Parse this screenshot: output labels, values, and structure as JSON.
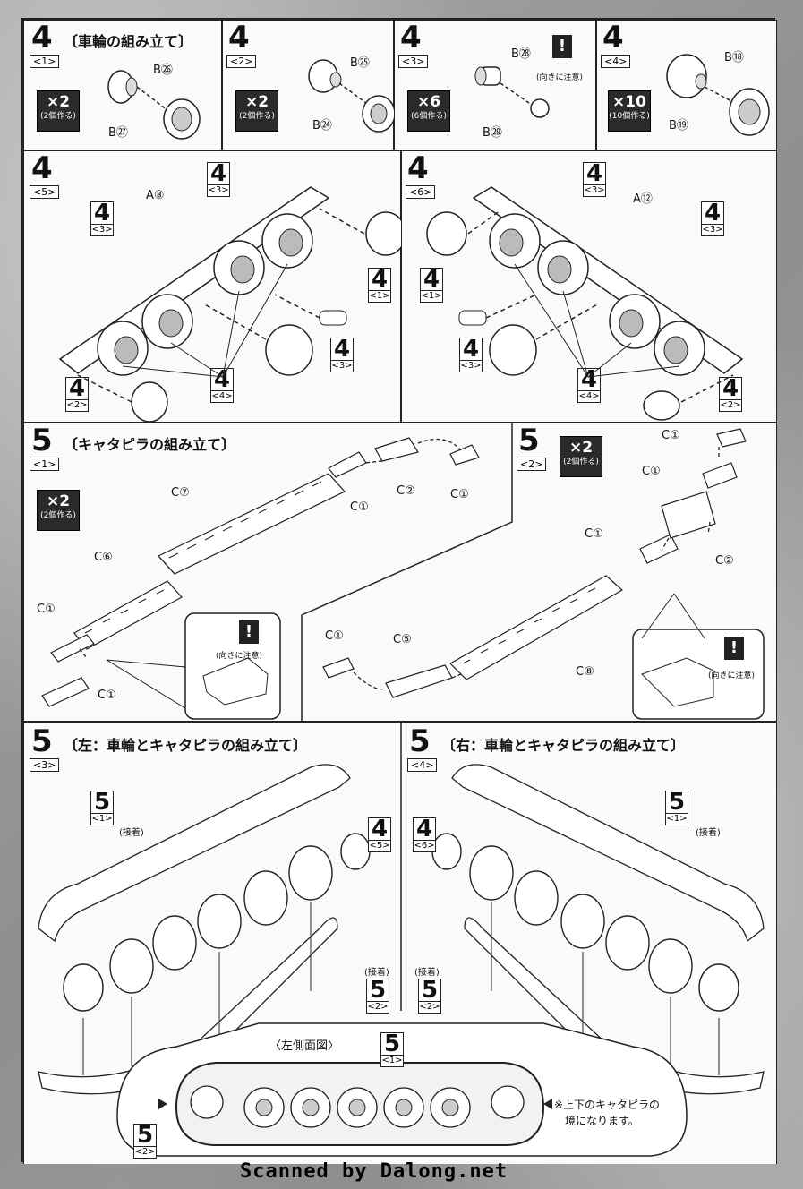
{
  "step4_1": {
    "num": "4",
    "sub": "<1>",
    "title": "〔車輪の組み立て〕",
    "qty": "×2",
    "qty_note": "(2個作る)",
    "parts": [
      "B㉖",
      "B㉗"
    ]
  },
  "step4_2": {
    "num": "4",
    "sub": "<2>",
    "qty": "×2",
    "qty_note": "(2個作る)",
    "parts": [
      "B㉕",
      "B㉔"
    ]
  },
  "step4_3": {
    "num": "4",
    "sub": "<3>",
    "qty": "×6",
    "qty_note": "(6個作る)",
    "parts": [
      "B㉘",
      "B㉙"
    ],
    "warn": "!",
    "warn_note": "(向きに注意)"
  },
  "step4_4": {
    "num": "4",
    "sub": "<4>",
    "qty": "×10",
    "qty_note": "(10個作る)",
    "parts": [
      "B⑱",
      "B⑲"
    ]
  },
  "step4_5": {
    "num": "4",
    "sub": "<5>",
    "part": "A⑧",
    "refs": [
      {
        "n": "4",
        "s": "<3>"
      },
      {
        "n": "4",
        "s": "<3>"
      },
      {
        "n": "4",
        "s": "<1>"
      },
      {
        "n": "4",
        "s": "<3>"
      },
      {
        "n": "4",
        "s": "<4>"
      },
      {
        "n": "4",
        "s": "<2>"
      }
    ]
  },
  "step4_6": {
    "num": "4",
    "sub": "<6>",
    "part": "A⑫",
    "refs": [
      {
        "n": "4",
        "s": "<3>"
      },
      {
        "n": "4",
        "s": "<3>"
      },
      {
        "n": "4",
        "s": "<1>"
      },
      {
        "n": "4",
        "s": "<3>"
      },
      {
        "n": "4",
        "s": "<4>"
      },
      {
        "n": "4",
        "s": "<2>"
      }
    ]
  },
  "step5_1": {
    "num": "5",
    "sub": "<1>",
    "title": "〔キャタピラの組み立て〕",
    "qty": "×2",
    "qty_note": "(2個作る)",
    "parts": [
      "C⑦",
      "C⑥",
      "C①",
      "C①",
      "C①",
      "C②",
      "C①"
    ],
    "warn": "!",
    "warn_note": "(向きに注意)"
  },
  "step5_2": {
    "num": "5",
    "sub": "<2>",
    "qty": "×2",
    "qty_note": "(2個作る)",
    "parts": [
      "C①",
      "C①",
      "C①",
      "C②",
      "C①",
      "C⑤",
      "C⑧"
    ],
    "warn": "!",
    "warn_note": "(向きに注意)"
  },
  "step5_3": {
    "num": "5",
    "sub": "<3>",
    "title": "〔左：車輪とキャタピラの組み立て〕",
    "ref_a": {
      "n": "5",
      "s": "<1>"
    },
    "ref_b": {
      "n": "4",
      "s": "<5>"
    },
    "ref_c": {
      "n": "5",
      "s": "<2>"
    },
    "glue": "(接着)"
  },
  "step5_4": {
    "num": "5",
    "sub": "<4>",
    "title": "〔右：車輪とキャタピラの組み立て〕",
    "ref_a": {
      "n": "5",
      "s": "<1>"
    },
    "ref_b": {
      "n": "4",
      "s": "<6>"
    },
    "ref_c": {
      "n": "5",
      "s": "<2>"
    },
    "glue": "(接着)"
  },
  "side_view": {
    "title": "〈左側面図〉",
    "ref_top": {
      "n": "5",
      "s": "<1>"
    },
    "ref_bottom": {
      "n": "5",
      "s": "<2>"
    },
    "note_line1": "※上下のキャタピラの",
    "note_line2": "境になります。"
  },
  "credit": "Scanned by Dalong.net"
}
